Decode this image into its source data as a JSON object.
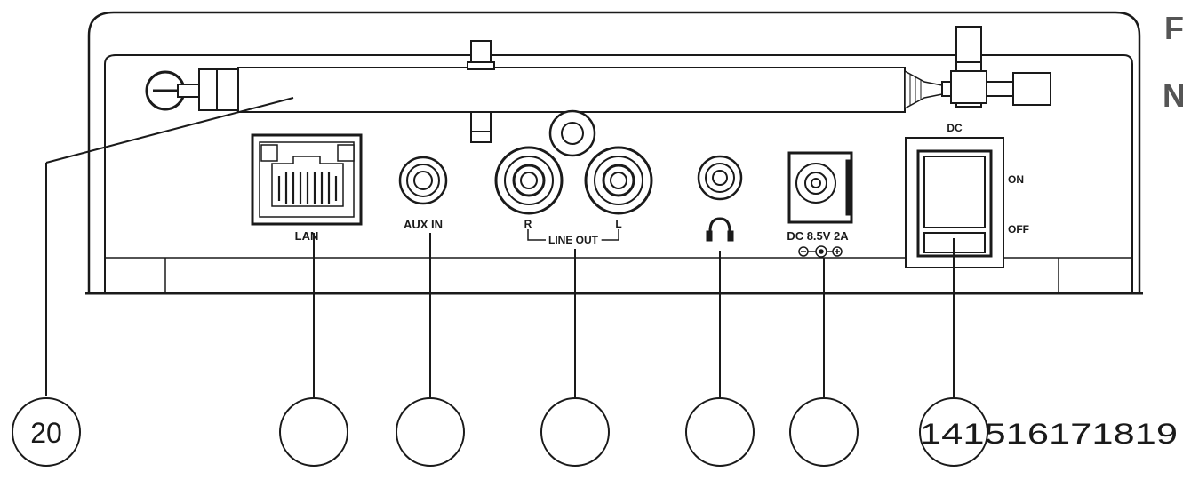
{
  "ports": {
    "lan": "LAN",
    "aux_in": "AUX IN",
    "line_out_r": "R",
    "line_out_l": "L",
    "line_out": "LINE OUT",
    "dc_input": "DC 8.5V 2A"
  },
  "switch": {
    "top": "DC",
    "on": "ON",
    "off": "OFF"
  },
  "callouts": {
    "antenna": "20",
    "bottom_row": "141516171819"
  },
  "edge_letters": [
    "F",
    "N"
  ],
  "colors": {
    "line": "#1a1a1a",
    "housing": "#ffffff",
    "panel": "#ffffff"
  }
}
